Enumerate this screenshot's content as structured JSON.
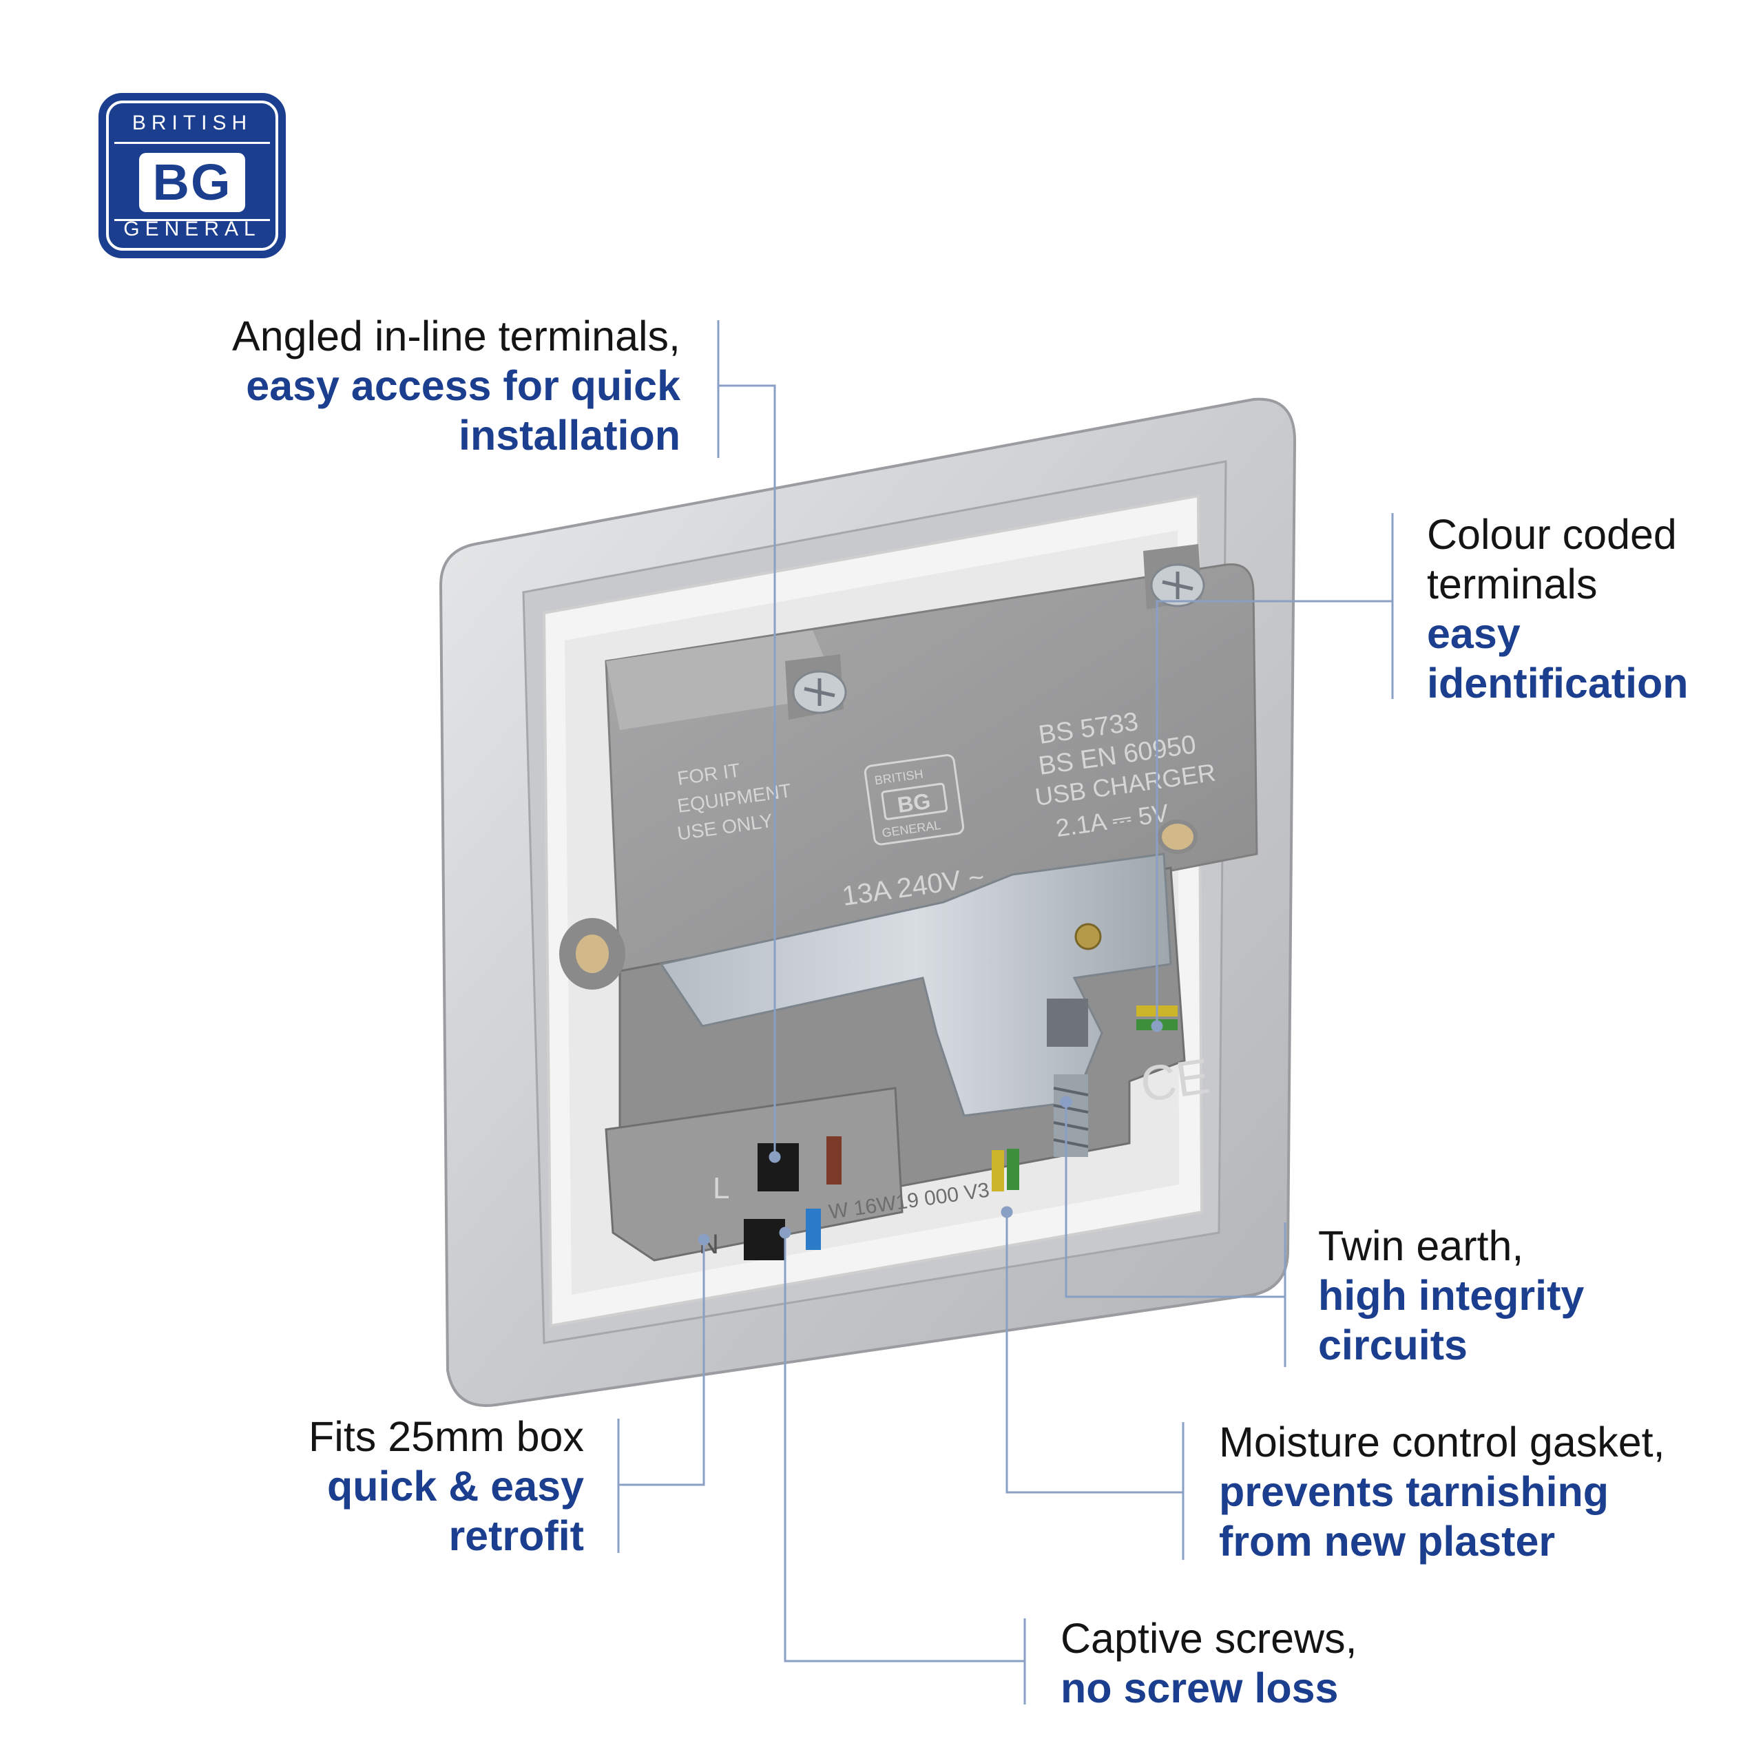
{
  "logo": {
    "top_text": "BRITISH",
    "mark": "BG",
    "bottom_text": "GENERAL"
  },
  "callouts": {
    "terminals": {
      "line1": "Angled in-line terminals,",
      "line2": "easy access for quick",
      "line3": "installation"
    },
    "colour": {
      "line1": "Colour coded",
      "line2": "terminals",
      "line3": "easy",
      "line4": "identification"
    },
    "earth": {
      "line1": "Twin earth,",
      "line2": "high integrity",
      "line3": "circuits"
    },
    "box": {
      "line1": "Fits 25mm box",
      "line2": "quick & easy",
      "line3": "retrofit"
    },
    "gasket": {
      "line1": "Moisture control gasket,",
      "line2": "prevents tarnishing",
      "line3": "from new plaster"
    },
    "screws": {
      "line1": "Captive screws,",
      "line2": "no screw loss"
    }
  },
  "product_markings": {
    "left_label": [
      "FOR IT",
      "EQUIPMENT",
      "USE ONLY"
    ],
    "standards": [
      "BS 5733",
      "BS EN 60950",
      "USB CHARGER",
      "2.1A ⎓ 5V"
    ],
    "rating": "13A 240V ~",
    "mini_logo_top": "BRITISH",
    "mini_logo_mark": "BG",
    "mini_logo_bottom": "GENERAL",
    "terminal_L": "L",
    "terminal_N": "N",
    "ce_mark": "CE",
    "serial": "W 16W19 000 V3"
  },
  "colors": {
    "brand_blue": "#1b3e8f",
    "leader_line": "#8a9fc4",
    "text_dark": "#141414"
  }
}
